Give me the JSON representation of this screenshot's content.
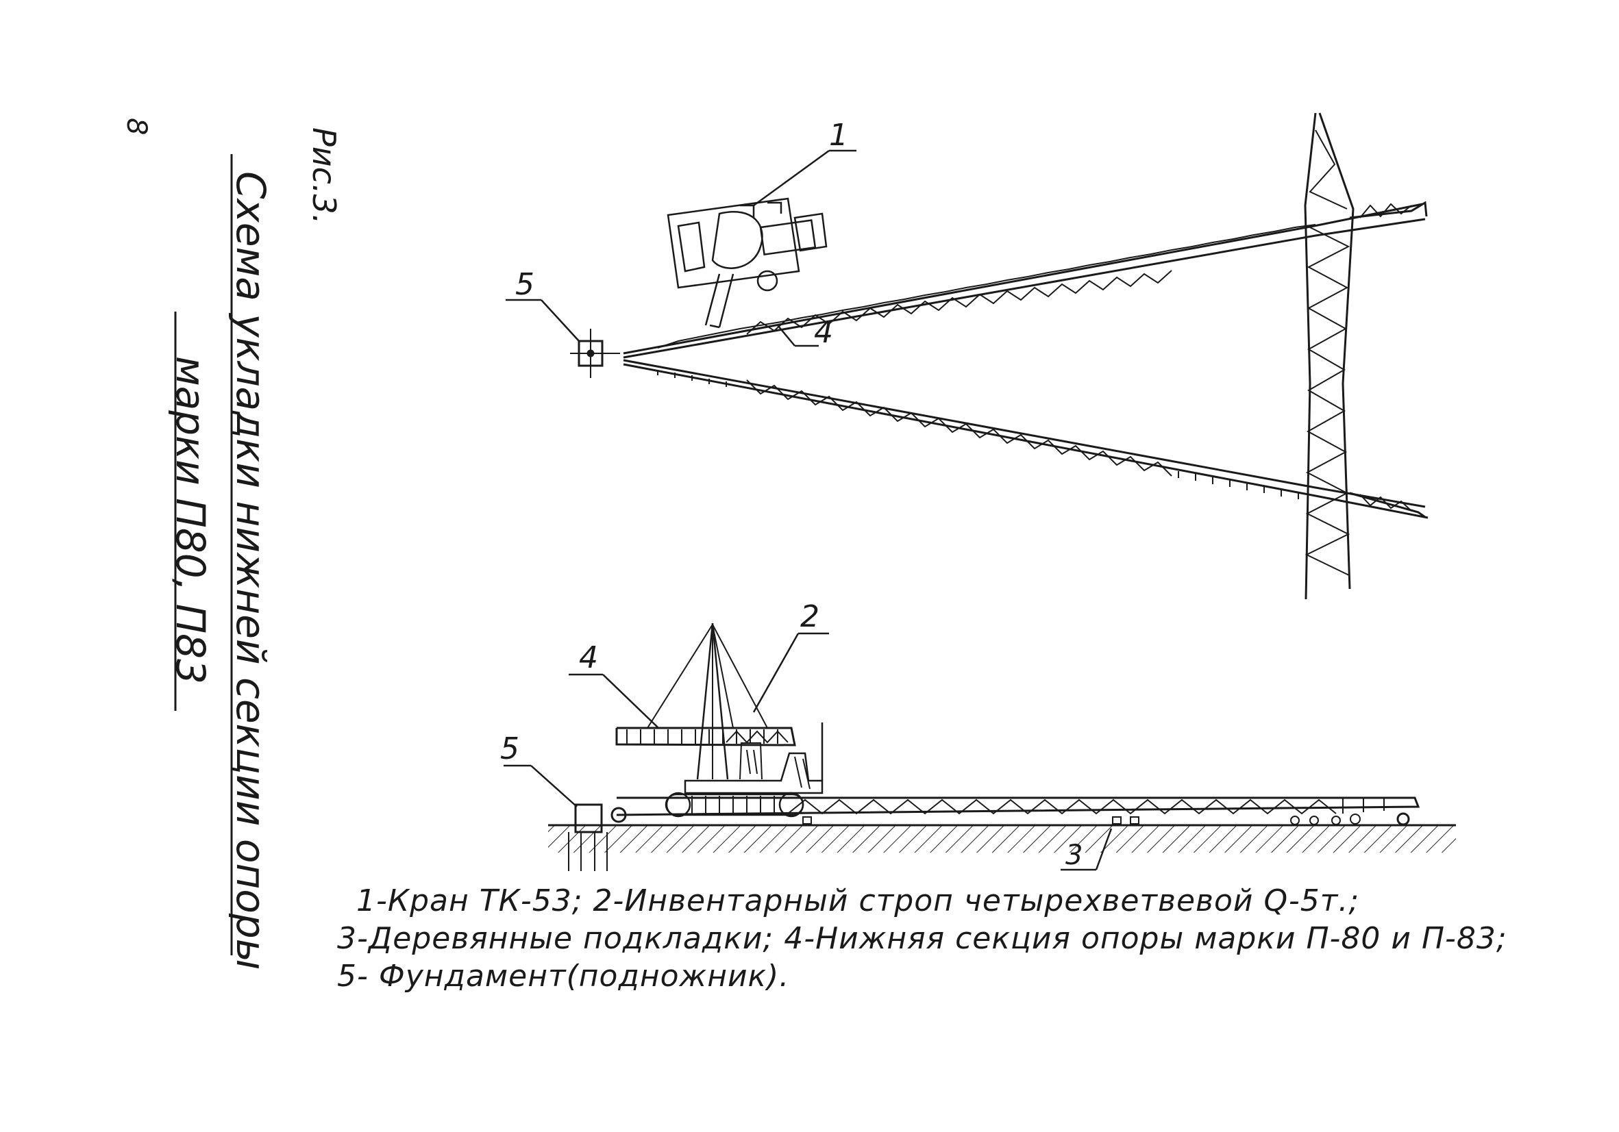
{
  "page_number": "8",
  "figure_label": "Рис.3.",
  "title_line1": "Схема укладки нижней секции опоры",
  "title_line2": "марки П80, П83",
  "callouts": {
    "top": [
      "5",
      "1",
      "4"
    ],
    "bottom": [
      "5",
      "4",
      "2",
      "3"
    ]
  },
  "legend": {
    "line1": "1-Кран ТК-53; 2-Инвентарный строп четырехветвевой   Q-5т.;",
    "line2": "3-Деревянные подкладки; 4-Нижняя секция опоры марки П-80 и  П-83;",
    "line3": "5- Фундамент(подножник)."
  }
}
